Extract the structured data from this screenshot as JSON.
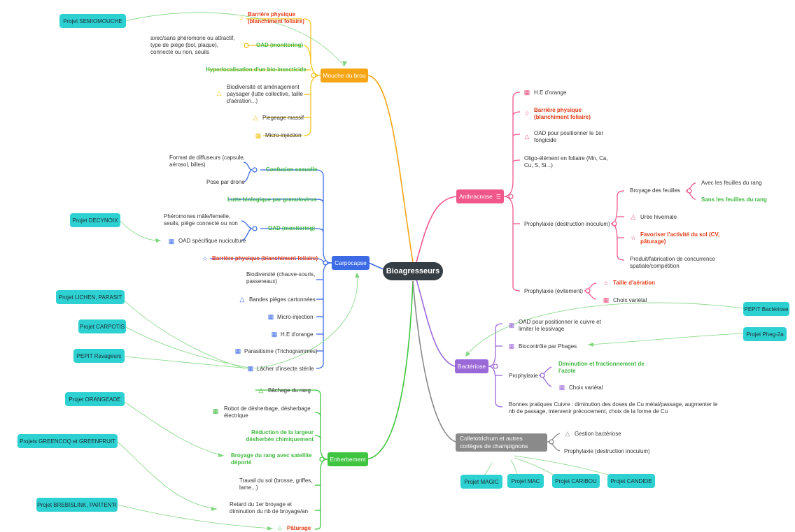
{
  "root": "Bioagresseurs",
  "colors": {
    "mouche": "#f5a515",
    "carpo": "#3d6be6",
    "enherb": "#3fc43f",
    "anthr": "#f0578a",
    "bact": "#9b68d8",
    "colle": "#8a8a8a",
    "root": "#353e45",
    "proj": "#2ed1d1",
    "green": "#3fb93f",
    "red": "#e53b16"
  },
  "branches": {
    "mouche": "Mouche du brou",
    "carpo": "Carpocapse",
    "enherb": "Enherbement",
    "anthr": "Anthracnose",
    "bact": "Bactériose",
    "colle": "Colletotrichum et autres cortèges de champignons"
  },
  "mouche": {
    "barriere": "Barrière physique (blanchiment foliaire)",
    "oad_desc": "avec/sans phéromone ou attractif, type de piège (bol, plaque), connecté ou non, seuils",
    "oad": "OAD (monitoring)",
    "hyper": "Hyperlocalisation d'un bio-insecticide",
    "biodiv": "Biodiversité et aménagement paysager (lutte collective, taille d'aération...)",
    "piegeage": "Piegeage massif",
    "micro": "Micro-injection"
  },
  "carpo": {
    "diff": "Format de diffuseurs (capsule, aérosol, billes)",
    "confusion": "Confusion sexuelle",
    "drone": "Pose par drone",
    "granulo": "Lutte biologique par granulovirus",
    "phero": "Phéromones mâle/femelle, seuils, piège connecté ou non",
    "oad": "OAD (monitoring)",
    "oad_nuci": "OAD spécifique nuciculture",
    "barriere": "Barrière physique (blanchiment foliaire)",
    "biodiv": "Biodiversité (chauve-souris, passereaux)",
    "bandes": "Bandes pièges cartonnées",
    "micro": "Micro-injection",
    "he": "H.E d'orange",
    "parasit": "Parasitisme (Trichogrammes)",
    "lacher": "Lâcher d'insecte stérile"
  },
  "enherb": {
    "bachage": "Bâchage du rang",
    "robot": "Robot de désherbage, désherbage électrique",
    "reduction": "Réduction de la largeur désherbée chimiquement",
    "broyage": "Broyage du rang avec satellite déporté",
    "travail": "Travail du sol (brosse, griffes, lame...)",
    "retard": "Retard du 1er broyage et diminution du nb de broyage/an",
    "paturage": "Pâturage"
  },
  "anthr": {
    "he": "H.E d'orange",
    "barriere": "Barrière physique (blanchiment foliaire)",
    "oad": "OAD pour positionner le 1er fongicide",
    "oligo": "Oligo-élément en foliaire (Mn, Ca, Cu, S, Si...)",
    "prophy_destr": "Prophylaxie (destruction inoculum)",
    "broyage": "Broyage des feuilles",
    "avec": "Avec les feuilles du rang",
    "sans": "Sans les feuilles du rang",
    "uree": "Urée hivernale",
    "favoriser": "Favoriser l'activité du sol (CV, pâturage)",
    "produit": "Produit/fabrication de concurrence spatiale/compétition",
    "prophy_evit": "Prophylaxie (évitement)",
    "taille": "Taille d'aération",
    "choix": "Choix variétal"
  },
  "bact": {
    "oad": "OAD pour positionner le cuivre et limiter le lessivage",
    "bioc": "Biocontrôle par Phages",
    "prophy": "Prophylaxie",
    "diminution": "Diminution et fractionnement de l'azote",
    "choix": "Choix variétal",
    "bonnes": "Bonnes pratiques Cuivre : diminution des doses de Cu métal/passage, augmenter le nb de passage, intervenir précocement, choix de la forme de Cu"
  },
  "colle": {
    "gestion": "Gestion bactériose",
    "prophy": "Prophylaxie (destruction inoculum)"
  },
  "projects": {
    "semiomouche": "Projet SEMIOMOUCHE",
    "decynoix": "Projet DECYNOIX",
    "lichen": "Projet LICHEN, PARASIT",
    "carpotis": "Projet CARPOTIS",
    "pepit_rav": "PEPIT Ravageurs",
    "orangeade": "Projet ORANGEADE",
    "greencoq": "Projets GREENCOQ et GREENFRUIT",
    "brebislink": "Projet BREBISLINK, PARTEN'R",
    "pepit_bact": "PEPIT Bactériose",
    "pheg": "Projet Pheg-2a",
    "magic": "Projet MAGIC",
    "mac": "Projet MAC",
    "caribou": "Projet CARIBOU",
    "candide": "Projet CANDIDE"
  }
}
